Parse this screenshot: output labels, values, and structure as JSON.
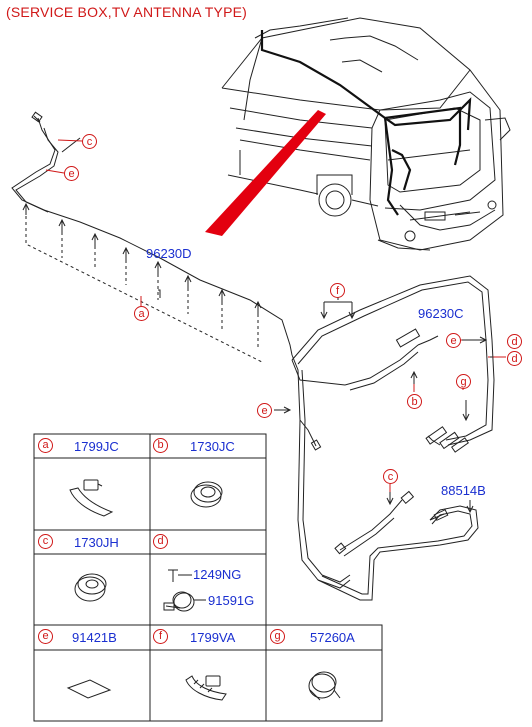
{
  "title": "(SERVICE BOX,TV ANTENNA TYPE)",
  "callouts": {
    "c1": "c",
    "e1": "e",
    "a": "a",
    "f": "f",
    "e2": "e",
    "d1": "d",
    "d2": "d",
    "g": "g",
    "b": "b",
    "e3": "e",
    "c2": "c"
  },
  "part_labels": {
    "p96230D": "96230D",
    "p96230C": "96230C",
    "p88514B": "88514B"
  },
  "legend": {
    "cells": [
      {
        "letter": "a",
        "part": "1799JC"
      },
      {
        "letter": "b",
        "part": "1730JC"
      },
      {
        "letter": "c",
        "part": "1730JH"
      },
      {
        "letter": "d",
        "part": ""
      },
      {
        "letter": "e",
        "part": "91421B"
      },
      {
        "letter": "f",
        "part": "1799VA"
      },
      {
        "letter": "g",
        "part": "57260A"
      }
    ],
    "d_sub_parts": [
      "1249NG",
      "91591G"
    ]
  }
}
